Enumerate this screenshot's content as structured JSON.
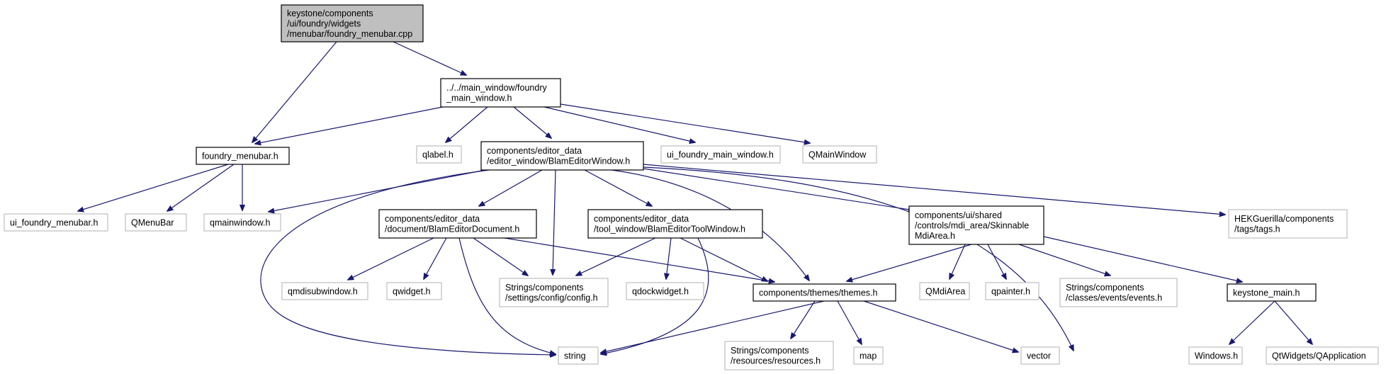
{
  "diagram": {
    "type": "include-dependency-graph",
    "nodes": {
      "root": [
        "keystone/components",
        "/ui/foundry/widgets",
        "/menubar/foundry_menubar.cpp"
      ],
      "mainwin": [
        "../../main_window/foundry",
        "_main_window.h"
      ],
      "fmenubar": [
        "foundry_menubar.h"
      ],
      "qlabel": [
        "qlabel.h"
      ],
      "bew": [
        "components/editor_data",
        "/editor_window/BlamEditorWindow.h"
      ],
      "uifmw": [
        "ui_foundry_main_window.h"
      ],
      "qmainwindow": [
        "QMainWindow"
      ],
      "uifmb": [
        "ui_foundry_menubar.h"
      ],
      "qmenubar": [
        "QMenuBar"
      ],
      "qmainwindowh": [
        "qmainwindow.h"
      ],
      "bed": [
        "components/editor_data",
        "/document/BlamEditorDocument.h"
      ],
      "betw": [
        "components/editor_data",
        "/tool_window/BlamEditorToolWindow.h"
      ],
      "skin": [
        "components/ui/shared",
        "/controls/mdi_area/Skinnable",
        "MdiArea.h"
      ],
      "hek": [
        "HEKGuerilla/components",
        "/tags/tags.h"
      ],
      "qmdisub": [
        "qmdisubwindow.h"
      ],
      "qwidget": [
        "qwidget.h"
      ],
      "config": [
        "Strings/components",
        "/settings/config/config.h"
      ],
      "qdock": [
        "qdockwidget.h"
      ],
      "themes": [
        "components/themes/themes.h"
      ],
      "qmdiarea": [
        "QMdiArea"
      ],
      "qpainter": [
        "qpainter.h"
      ],
      "events": [
        "Strings/components",
        "/classes/events/events.h"
      ],
      "kmain": [
        "keystone_main.h"
      ],
      "string": [
        "string"
      ],
      "resources": [
        "Strings/components",
        "/resources/resources.h"
      ],
      "map": [
        "map"
      ],
      "vector": [
        "vector"
      ],
      "windows": [
        "Windows.h"
      ],
      "qapp": [
        "QtWidgets/QApplication"
      ]
    }
  }
}
